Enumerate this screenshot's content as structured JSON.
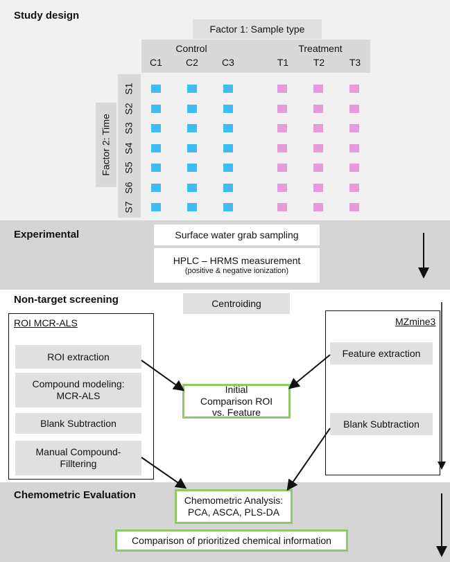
{
  "study_design": {
    "title": "Study design",
    "factor1_label": "Factor 1: Sample type",
    "factor2_label": "Factor 2: Time",
    "control_label": "Control",
    "treatment_label": "Treatment",
    "control_cols": [
      "C1",
      "C2",
      "C3"
    ],
    "treatment_cols": [
      "T1",
      "T2",
      "T3"
    ],
    "rows": [
      "S1",
      "S2",
      "S3",
      "S4",
      "S5",
      "S6",
      "S7"
    ],
    "colors": {
      "control": "#3fbdf2",
      "treatment": "#e79cd9"
    }
  },
  "experimental": {
    "title": "Experimental",
    "step1": "Surface water grab sampling",
    "step2_main": "HPLC – HRMS measurement",
    "step2_sub": "(positive & negative ionization)"
  },
  "nts": {
    "title": "Non-target screening",
    "centroiding": "Centroiding",
    "roi_panel": {
      "label": "ROI MCR-ALS",
      "steps": [
        "ROI extraction",
        "Compound modeling: MCR-ALS",
        "Blank Subtraction",
        "Manual Compound-Filltering"
      ]
    },
    "mzmine_panel": {
      "label": "MZmine3",
      "steps": [
        "Feature extraction",
        "Blank Subtraction"
      ]
    },
    "comparison": "Initial Comparison ROI vs. Feature"
  },
  "chemometric": {
    "title": "Chemometric Evaluation",
    "analysis": "Chemometric Analysis: PCA, ASCA, PLS-DA",
    "comparison": "Comparison of prioritized chemical information"
  },
  "accent_green": "#8dc966"
}
